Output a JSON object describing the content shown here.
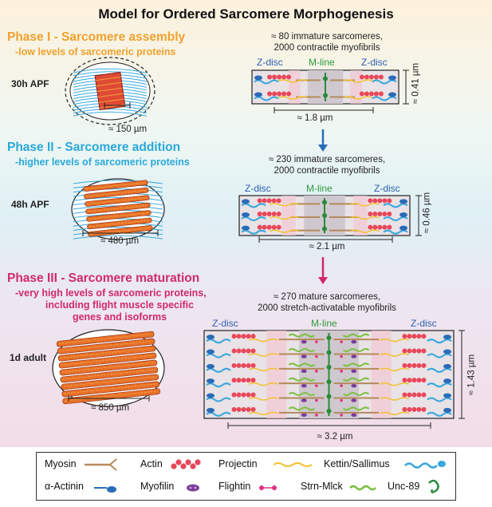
{
  "title": "Model for Ordered Sarcomere Morphogenesis",
  "colors": {
    "phase1": "#f0a22e",
    "phase2": "#2aa9d9",
    "phase3": "#d02a6b",
    "zdisc": "#2d5fb0",
    "mline": "#2e9a3c"
  },
  "phases": [
    {
      "title": "Phase I - Sarcomere assembly",
      "subtitle_lines": [
        "-low levels of sarcomeric proteins"
      ],
      "timepoint": "30h APF",
      "muscle_width": "≈ 150 µm",
      "summary_lines": [
        "≈ 80 immature sarcomeres,",
        "2000 contractile myofibrils"
      ],
      "zdisc_label": "Z-disc",
      "mline_label": "M-line",
      "sarcomere_length": "≈ 1.8 µm",
      "sarcomere_width": "≈ 0.41 µm"
    },
    {
      "title": "Phase II - Sarcomere addition",
      "subtitle_lines": [
        "-higher levels of sarcomeric proteins"
      ],
      "timepoint": "48h APF",
      "muscle_width": "≈ 480 µm",
      "summary_lines": [
        "≈ 230 immature sarcomeres,",
        "2000 contractile myofibrils"
      ],
      "zdisc_label": "Z-disc",
      "mline_label": "M-line",
      "sarcomere_length": "≈ 2.1 µm",
      "sarcomere_width": "≈ 0.46 µm"
    },
    {
      "title": "Phase III - Sarcomere maturation",
      "subtitle_lines": [
        "-very high levels of sarcomeric proteins,",
        "including flight muscle specific",
        "genes and isoforms"
      ],
      "timepoint": "1d adult",
      "muscle_width": "≈ 850 µm",
      "summary_lines": [
        "≈ 270 mature sarcomeres,",
        "2000 stretch-activatable myofibrils"
      ],
      "zdisc_label": "Z-disc",
      "mline_label": "M-line",
      "sarcomere_length": "≈ 3.2 µm",
      "sarcomere_width": "≈ 1.43 µm"
    }
  ],
  "legend": [
    {
      "label": "Myosin",
      "icon": "myosin-icon",
      "color": "#b58a5a"
    },
    {
      "label": "Actin",
      "icon": "actin-icon",
      "color": "#e8475a"
    },
    {
      "label": "Projectin",
      "icon": "projectin-icon",
      "color": "#f2c230"
    },
    {
      "label": "Kettin/Sallimus",
      "icon": "kettin-icon",
      "color": "#3aa7dd"
    },
    {
      "label": "α-Actinin",
      "icon": "alpha-actinin-icon",
      "color": "#2a6bb8"
    },
    {
      "label": "Myofilin",
      "icon": "myofilin-icon",
      "color": "#7a3d9a"
    },
    {
      "label": "Flightin",
      "icon": "flightin-icon",
      "color": "#e0327f"
    },
    {
      "label": "Strn-Mlck",
      "icon": "strn-mlck-icon",
      "color": "#7cc040"
    },
    {
      "label": "Unc-89",
      "icon": "unc89-icon",
      "color": "#2a8a3a"
    }
  ]
}
